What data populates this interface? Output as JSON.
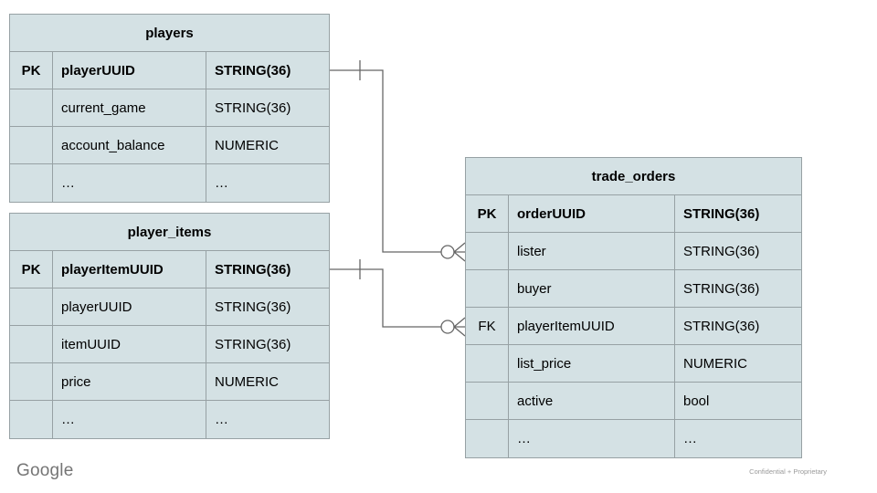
{
  "slide": {
    "footer_logo": "Google",
    "footer_note": "Confidential + Proprietary"
  },
  "colors": {
    "background": "#ffffff",
    "table_fill": "#d4e1e4",
    "table_border": "#97a1a4",
    "connector_line": "#666666",
    "text": "#000000",
    "footer_text": "#757575",
    "note_text": "#9a9a9a"
  },
  "tables": [
    {
      "id": "players",
      "title": "players",
      "rows": [
        {
          "key": "PK",
          "field": "playerUUID",
          "type": "STRING(36)",
          "bold": true
        },
        {
          "key": "",
          "field": "current_game",
          "type": "STRING(36)",
          "bold": false
        },
        {
          "key": "",
          "field": "account_balance",
          "type": "NUMERIC",
          "bold": false
        },
        {
          "key": "",
          "field": "…",
          "type": "…",
          "bold": false
        }
      ]
    },
    {
      "id": "player_items",
      "title": "player_items",
      "rows": [
        {
          "key": "PK",
          "field": "playerItemUUID",
          "type": "STRING(36)",
          "bold": true
        },
        {
          "key": "",
          "field": "playerUUID",
          "type": "STRING(36)",
          "bold": false
        },
        {
          "key": "",
          "field": "itemUUID",
          "type": "STRING(36)",
          "bold": false
        },
        {
          "key": "",
          "field": "price",
          "type": "NUMERIC",
          "bold": false
        },
        {
          "key": "",
          "field": "…",
          "type": "…",
          "bold": false
        }
      ]
    },
    {
      "id": "trade_orders",
      "title": "trade_orders",
      "rows": [
        {
          "key": "PK",
          "field": "orderUUID",
          "type": "STRING(36)",
          "bold": true
        },
        {
          "key": "",
          "field": "lister",
          "type": "STRING(36)",
          "bold": false
        },
        {
          "key": "",
          "field": "buyer",
          "type": "STRING(36)",
          "bold": false
        },
        {
          "key": "FK",
          "field": "playerItemUUID",
          "type": "STRING(36)",
          "bold": false
        },
        {
          "key": "",
          "field": "list_price",
          "type": "NUMERIC",
          "bold": false
        },
        {
          "key": "",
          "field": "active",
          "type": "bool",
          "bold": false
        },
        {
          "key": "",
          "field": "…",
          "type": "…",
          "bold": false
        }
      ]
    }
  ],
  "relationships": [
    {
      "from": "players.playerUUID",
      "to": "trade_orders.lister",
      "from_cardinality": "one",
      "to_cardinality": "zero-or-many"
    },
    {
      "from": "player_items.playerItemUUID",
      "to": "trade_orders.playerItemUUID",
      "from_cardinality": "one",
      "to_cardinality": "zero-or-many"
    }
  ]
}
